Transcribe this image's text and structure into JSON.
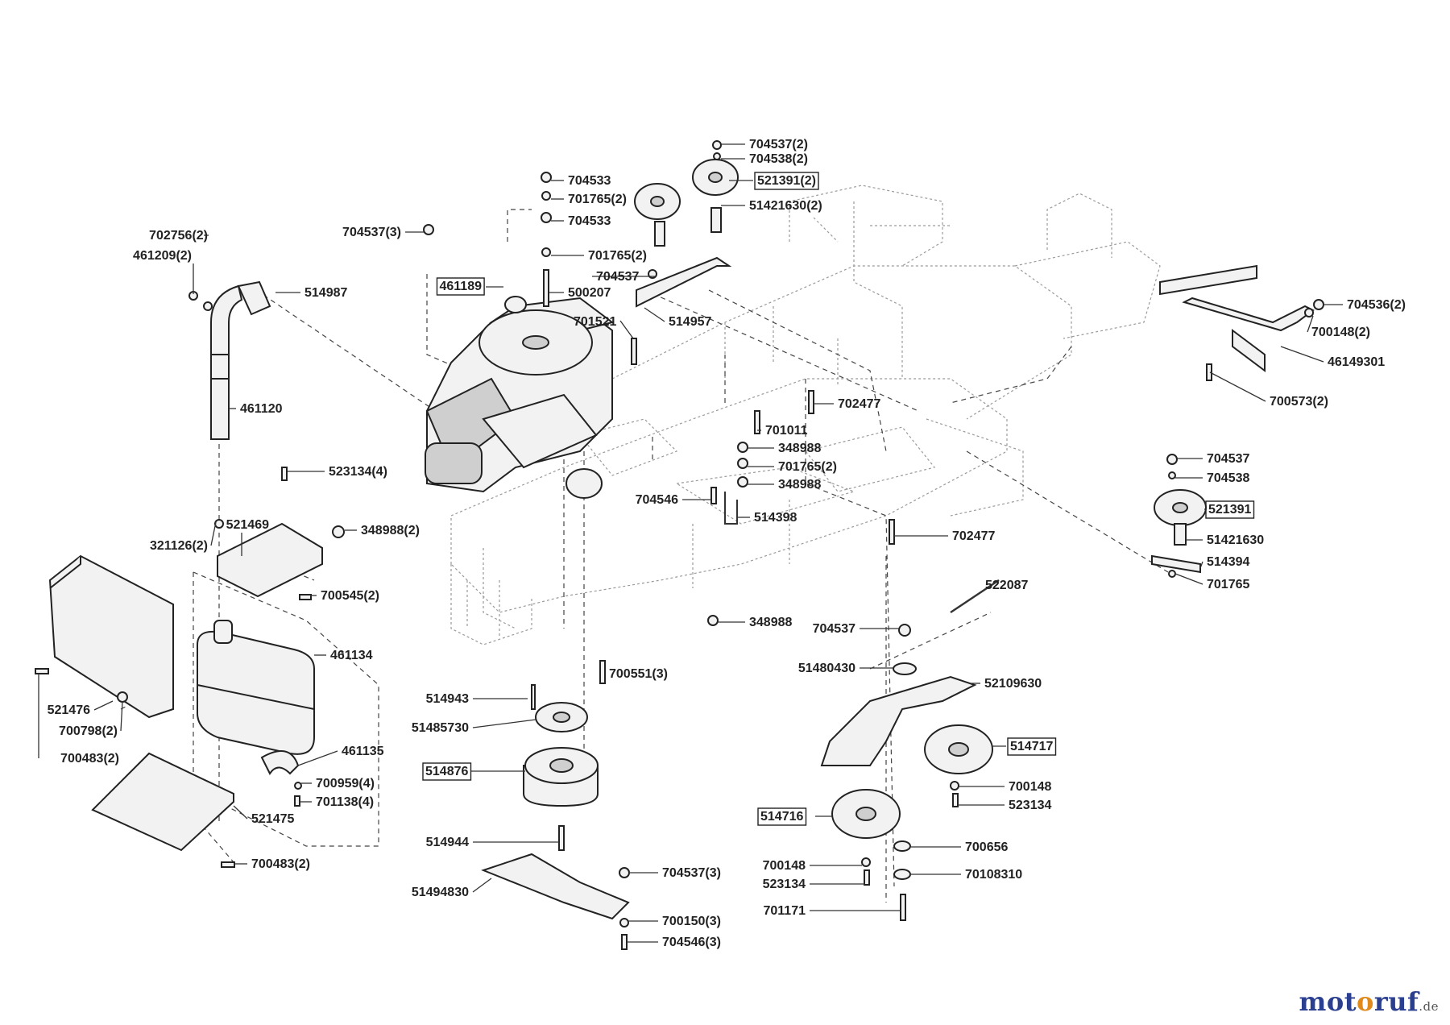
{
  "watermark": {
    "brand_a": "mot",
    "brand_o": "o",
    "brand_b": "ruf",
    "suffix": ".de"
  },
  "callouts": [
    {
      "id": "c1",
      "text": "704537(2)"
    },
    {
      "id": "c2",
      "text": "704538(2)"
    },
    {
      "id": "c3",
      "text": "521391(2)",
      "boxed": true
    },
    {
      "id": "c4",
      "text": "51421630(2)"
    },
    {
      "id": "c5",
      "text": "704533"
    },
    {
      "id": "c6",
      "text": "701765(2)"
    },
    {
      "id": "c7",
      "text": "704533"
    },
    {
      "id": "c8",
      "text": "701765(2)"
    },
    {
      "id": "c9",
      "text": "704537"
    },
    {
      "id": "c10",
      "text": "500207"
    },
    {
      "id": "c11",
      "text": "514957"
    },
    {
      "id": "c12",
      "text": "701521"
    },
    {
      "id": "c13",
      "text": "704537(3)"
    },
    {
      "id": "c14",
      "text": "461189",
      "boxed": true
    },
    {
      "id": "c15",
      "text": "702756(2)"
    },
    {
      "id": "c16",
      "text": "461209(2)"
    },
    {
      "id": "c17",
      "text": "514987"
    },
    {
      "id": "c18",
      "text": "461120"
    },
    {
      "id": "c19",
      "text": "523134(4)"
    },
    {
      "id": "c20",
      "text": "521469"
    },
    {
      "id": "c21",
      "text": "348988(2)"
    },
    {
      "id": "c22",
      "text": "321126(2)"
    },
    {
      "id": "c23",
      "text": "700545(2)"
    },
    {
      "id": "c24",
      "text": "461134"
    },
    {
      "id": "c25",
      "text": "521476"
    },
    {
      "id": "c26",
      "text": "700798(2)"
    },
    {
      "id": "c27",
      "text": "700483(2)"
    },
    {
      "id": "c28",
      "text": "461135"
    },
    {
      "id": "c29",
      "text": "700959(4)"
    },
    {
      "id": "c30",
      "text": "701138(4)"
    },
    {
      "id": "c31",
      "text": "521475"
    },
    {
      "id": "c32",
      "text": "700483(2)"
    },
    {
      "id": "c33",
      "text": "702477"
    },
    {
      "id": "c34",
      "text": "701011"
    },
    {
      "id": "c35",
      "text": "348988"
    },
    {
      "id": "c36",
      "text": "701765(2)"
    },
    {
      "id": "c37",
      "text": "348988"
    },
    {
      "id": "c38",
      "text": "704546"
    },
    {
      "id": "c39",
      "text": "514398"
    },
    {
      "id": "c40",
      "text": "702477"
    },
    {
      "id": "c41",
      "text": "704536(2)"
    },
    {
      "id": "c42",
      "text": "700148(2)"
    },
    {
      "id": "c43",
      "text": "46149301"
    },
    {
      "id": "c44",
      "text": "700573(2)"
    },
    {
      "id": "c45",
      "text": "704537"
    },
    {
      "id": "c46",
      "text": "704538"
    },
    {
      "id": "c47",
      "text": "521391",
      "boxed": true
    },
    {
      "id": "c48",
      "text": "51421630"
    },
    {
      "id": "c49",
      "text": "514394"
    },
    {
      "id": "c50",
      "text": "701765"
    },
    {
      "id": "c51",
      "text": "522087"
    },
    {
      "id": "c52",
      "text": "348988"
    },
    {
      "id": "c53",
      "text": "704537"
    },
    {
      "id": "c54",
      "text": "51480430"
    },
    {
      "id": "c55",
      "text": "52109630"
    },
    {
      "id": "c56",
      "text": "514717",
      "boxed": true
    },
    {
      "id": "c57",
      "text": "700148"
    },
    {
      "id": "c58",
      "text": "523134"
    },
    {
      "id": "c59",
      "text": "514716",
      "boxed": true
    },
    {
      "id": "c60",
      "text": "700656"
    },
    {
      "id": "c61",
      "text": "700148"
    },
    {
      "id": "c62",
      "text": "523134"
    },
    {
      "id": "c63",
      "text": "70108310"
    },
    {
      "id": "c64",
      "text": "701171"
    },
    {
      "id": "c65",
      "text": "700551(3)"
    },
    {
      "id": "c66",
      "text": "514943"
    },
    {
      "id": "c67",
      "text": "51485730"
    },
    {
      "id": "c68",
      "text": "514876",
      "boxed": true
    },
    {
      "id": "c69",
      "text": "514944"
    },
    {
      "id": "c70",
      "text": "704537(3)"
    },
    {
      "id": "c71",
      "text": "51494830"
    },
    {
      "id": "c72",
      "text": "700150(3)"
    },
    {
      "id": "c73",
      "text": "704546(3)"
    }
  ]
}
